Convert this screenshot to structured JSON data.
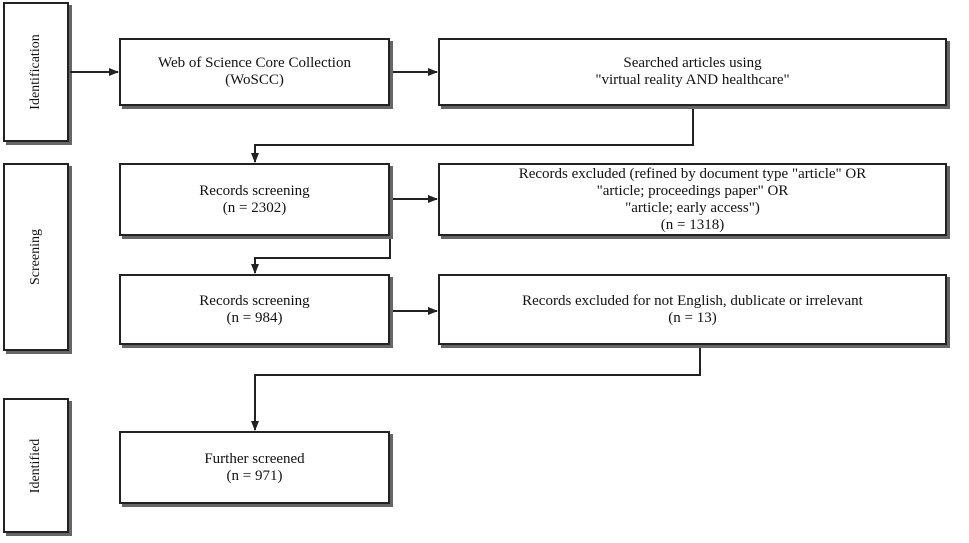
{
  "stages": {
    "identification": "Identification",
    "screening": "Screening",
    "identified": "Identified"
  },
  "boxes": {
    "woscc": [
      "Web of Science Core Collection",
      "(WoSCC)"
    ],
    "searched": [
      "Searched articles using",
      "\"virtual reality AND healthcare\""
    ],
    "screening1": [
      "Records screening",
      "(n = 2302)"
    ],
    "excluded1": [
      "Records excluded (refined by document type \"article\" OR",
      "\"article; proceedings paper\" OR",
      "\"article; early access\")",
      "(n = 1318)"
    ],
    "screening2": [
      "Records screening",
      "(n = 984)"
    ],
    "excluded2": [
      "Records excluded for not English, dublicate or irrelevant",
      "(n = 13)"
    ],
    "further": [
      "Further screened",
      "(n = 971)"
    ]
  }
}
